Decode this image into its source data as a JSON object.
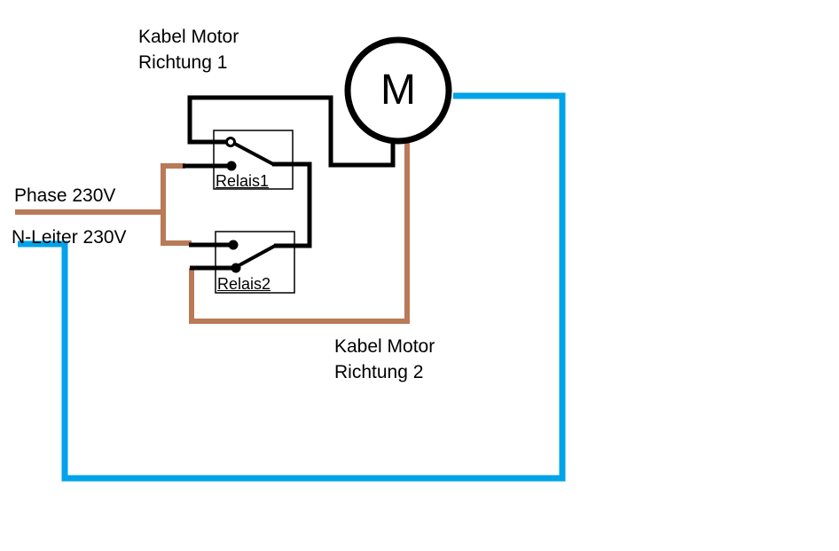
{
  "colors": {
    "wire_black": "#000000",
    "wire_brown": "#B97A57",
    "wire_blue": "#00A2E8",
    "contact_fill": "#000000",
    "background": "#FFFFFF"
  },
  "labels": {
    "cable_motor_1_line1": "Kabel Motor",
    "cable_motor_1_line2": "Richtung 1",
    "phase": "Phase 230V",
    "neutral": "N-Leiter 230V",
    "cable_motor_2_line1": "Kabel Motor",
    "cable_motor_2_line2": "Richtung 2",
    "relay1": "Relais1",
    "relay2": "Relais2",
    "motor": "M"
  }
}
